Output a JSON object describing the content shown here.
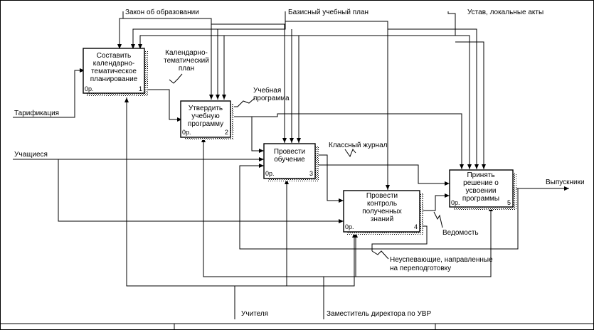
{
  "boxes": [
    {
      "id": "1",
      "lines": [
        "Составить",
        "календарно-",
        "тематическое",
        "планирование"
      ],
      "cost": "0р.",
      "number": "1"
    },
    {
      "id": "2",
      "lines": [
        "Утвердить",
        "учебную",
        "программу"
      ],
      "cost": "0р.",
      "number": "2"
    },
    {
      "id": "3",
      "lines": [
        "Провести",
        "обучение"
      ],
      "cost": "0р.",
      "number": "3"
    },
    {
      "id": "4",
      "lines": [
        "Провести",
        "контроль",
        "полученных",
        "знаний"
      ],
      "cost": "0р.",
      "number": "4"
    },
    {
      "id": "5",
      "lines": [
        "Принять",
        "решение о",
        "усвоении",
        "программы"
      ],
      "cost": "0р.",
      "number": "5"
    }
  ],
  "arrows": {
    "zakon": "Закон об образовании",
    "bazisny": "Базисный учебный план",
    "ustav": "Устав, локальные акты",
    "tarifikatsiya": "Тарификация",
    "uchashchiesya": "Учащиеся",
    "vypuskniki": "Выпускники",
    "kalendarny_1": "Календарно-",
    "kalendarny_2": "тематический",
    "kalendarny_3": "план",
    "uchebnaya_1": "Учебная",
    "uchebnaya_2": "программа",
    "klassny": "Классный журнал",
    "vedomost": "Ведомость",
    "neuspev_1": "Неуспевающие, направленные",
    "neuspev_2": "на переподготовку",
    "uchitelya": "Учителя",
    "zamestitel": "Заместитель директора по УВР"
  }
}
